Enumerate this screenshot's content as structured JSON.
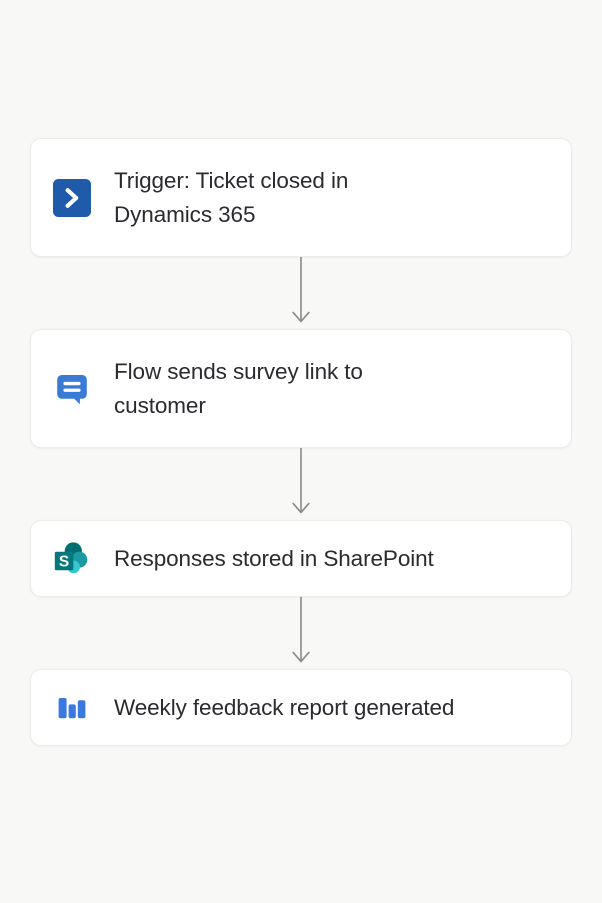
{
  "page": {
    "background_color": "#f8f8f7",
    "text_color": "#2a2b2e",
    "card_background": "#ffffff",
    "card_border_color": "#ececeb",
    "connector_color": "#8a8a8a"
  },
  "flow": {
    "steps": [
      {
        "label": "Trigger: Ticket closed in Dynamics 365",
        "icon": "power-automate-chevron-icon",
        "icon_colors": {
          "tile": "#1f5ba8",
          "glyph": "#ffffff"
        },
        "lines": 2
      },
      {
        "label": "Flow sends survey link to customer",
        "icon": "chat-bubble-icon",
        "icon_colors": {
          "bubble": "#3a7cd5",
          "glyph": "#ffffff"
        },
        "lines": 2
      },
      {
        "label": "Responses stored in SharePoint",
        "icon": "sharepoint-icon",
        "icon_colors": {
          "dark_teal": "#036c70",
          "mid_teal": "#1a9ba1",
          "light_teal": "#37c6d0",
          "glyph": "#ffffff"
        },
        "lines": 1
      },
      {
        "label": "Weekly feedback report generated",
        "icon": "bar-chart-icon",
        "icon_colors": {
          "bars": "#3b79e0"
        },
        "lines": 1
      }
    ],
    "connectors": [
      {
        "arrow": "arrow-down-icon"
      },
      {
        "arrow": "arrow-down-icon"
      },
      {
        "arrow": "arrow-down-icon"
      }
    ]
  }
}
